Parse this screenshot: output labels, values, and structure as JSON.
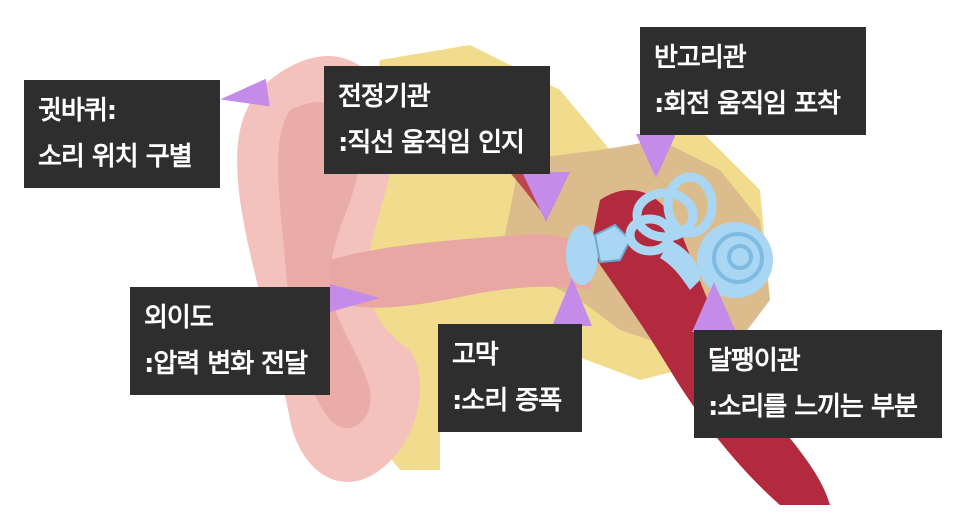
{
  "colors": {
    "label_bg": "#2e2e2e",
    "label_text": "#ffffff",
    "pointer": "#c58be8",
    "skin": "#f3c2bd",
    "skin_dark": "#e49c97",
    "fat": "#f0dc8c",
    "bone_tissue": "#d8b68c",
    "muscle": "#b3293d",
    "inner_ear": "#a9d6f2"
  },
  "labels": {
    "auricle": {
      "title": "귓바퀴:",
      "desc": "소리 위치 구별"
    },
    "vestibule": {
      "title": "전정기관",
      "desc": ":직선 움직임 인지"
    },
    "semicircular": {
      "title": "반고리관",
      "desc": ":회전 움직임 포착"
    },
    "ear_canal": {
      "title": "외이도",
      "desc": ":압력 변화 전달"
    },
    "eardrum": {
      "title": "고막",
      "desc": ":소리 증폭"
    },
    "cochlea": {
      "title": "달팽이관",
      "desc": ":소리를 느끼는 부분"
    }
  }
}
